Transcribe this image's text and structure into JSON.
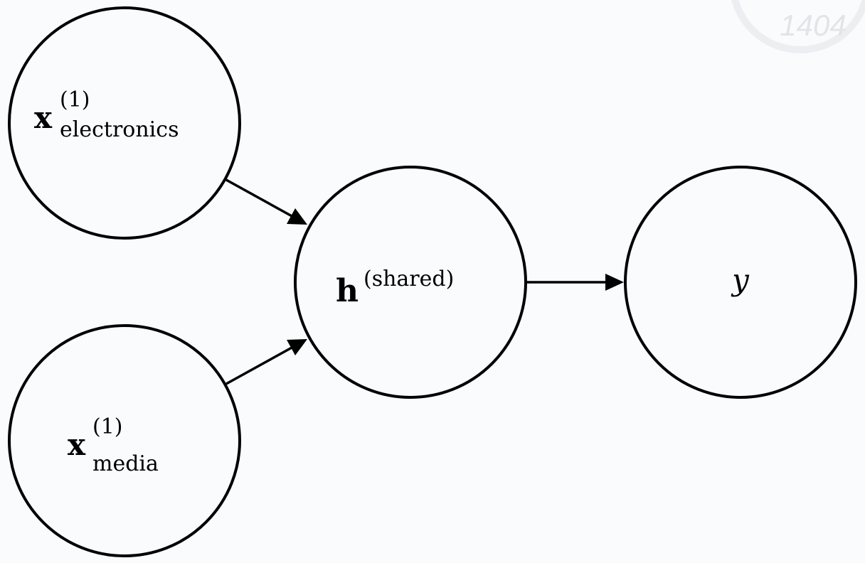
{
  "watermark": {
    "text": "1404"
  },
  "nodes": {
    "x_electronics": {
      "base": "x",
      "superscript": "(1)",
      "subscript": "electronics"
    },
    "x_media": {
      "base": "x",
      "superscript": "(1)",
      "subscript": "media"
    },
    "h_shared": {
      "base": "h",
      "superscript": "(shared)"
    },
    "y": {
      "base": "y"
    }
  }
}
